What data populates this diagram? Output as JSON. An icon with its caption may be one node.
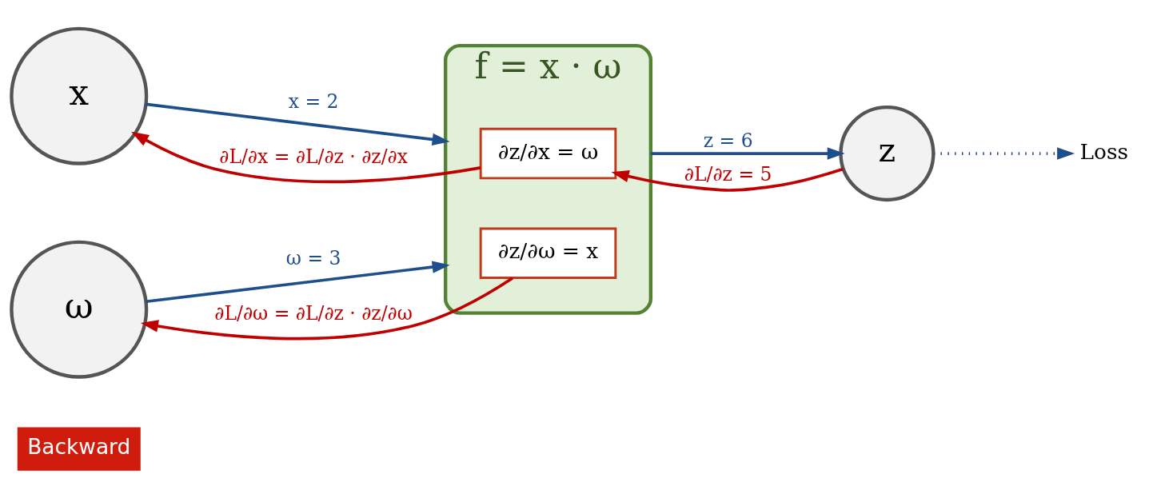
{
  "diagram": {
    "nodes": [
      {
        "text": [
          "Backward"
        ]
      },
      {
        "text": [
          "x"
        ]
      },
      {
        "text": [
          "f = x · ω"
        ]
      },
      {
        "text": [
          "∂z/∂x = ω"
        ],
        "in": 2
      },
      {
        "text": [
          "∂z/∂ω = x"
        ],
        "in": 2
      },
      {
        "text": [
          "z"
        ]
      },
      {
        "text": [
          "Loss"
        ]
      },
      {
        "text": [
          "ω"
        ]
      }
    ],
    "edges": [
      {
        "from": 1,
        "to": 2,
        "arrow": "to",
        "label": "x = 2",
        "color": "#1f4e8c"
      },
      {
        "from": 2,
        "to": 1,
        "arrow": "to",
        "label": "∂L/∂x = ∂L/∂z · ∂z/∂x",
        "color": "#c00000"
      },
      {
        "from": 2,
        "to": 5,
        "arrow": "to",
        "label": "z = 6",
        "color": "#1f4e8c"
      },
      {
        "from": 5,
        "to": 2,
        "arrow": "to",
        "label": "∂L/∂z = 5",
        "color": "#c00000"
      },
      {
        "from": 5,
        "to": 6,
        "arrow": "to",
        "style": "dashed",
        "color": "#1f4e8c"
      },
      {
        "from": 7,
        "to": 2,
        "arrow": "to",
        "label": "ω = 3",
        "color": "#1f4e8c"
      },
      {
        "from": 2,
        "to": 7,
        "arrow": "to",
        "label": "∂L/∂ω = ∂L/∂z · ∂z/∂ω",
        "color": "#c00000"
      }
    ]
  }
}
